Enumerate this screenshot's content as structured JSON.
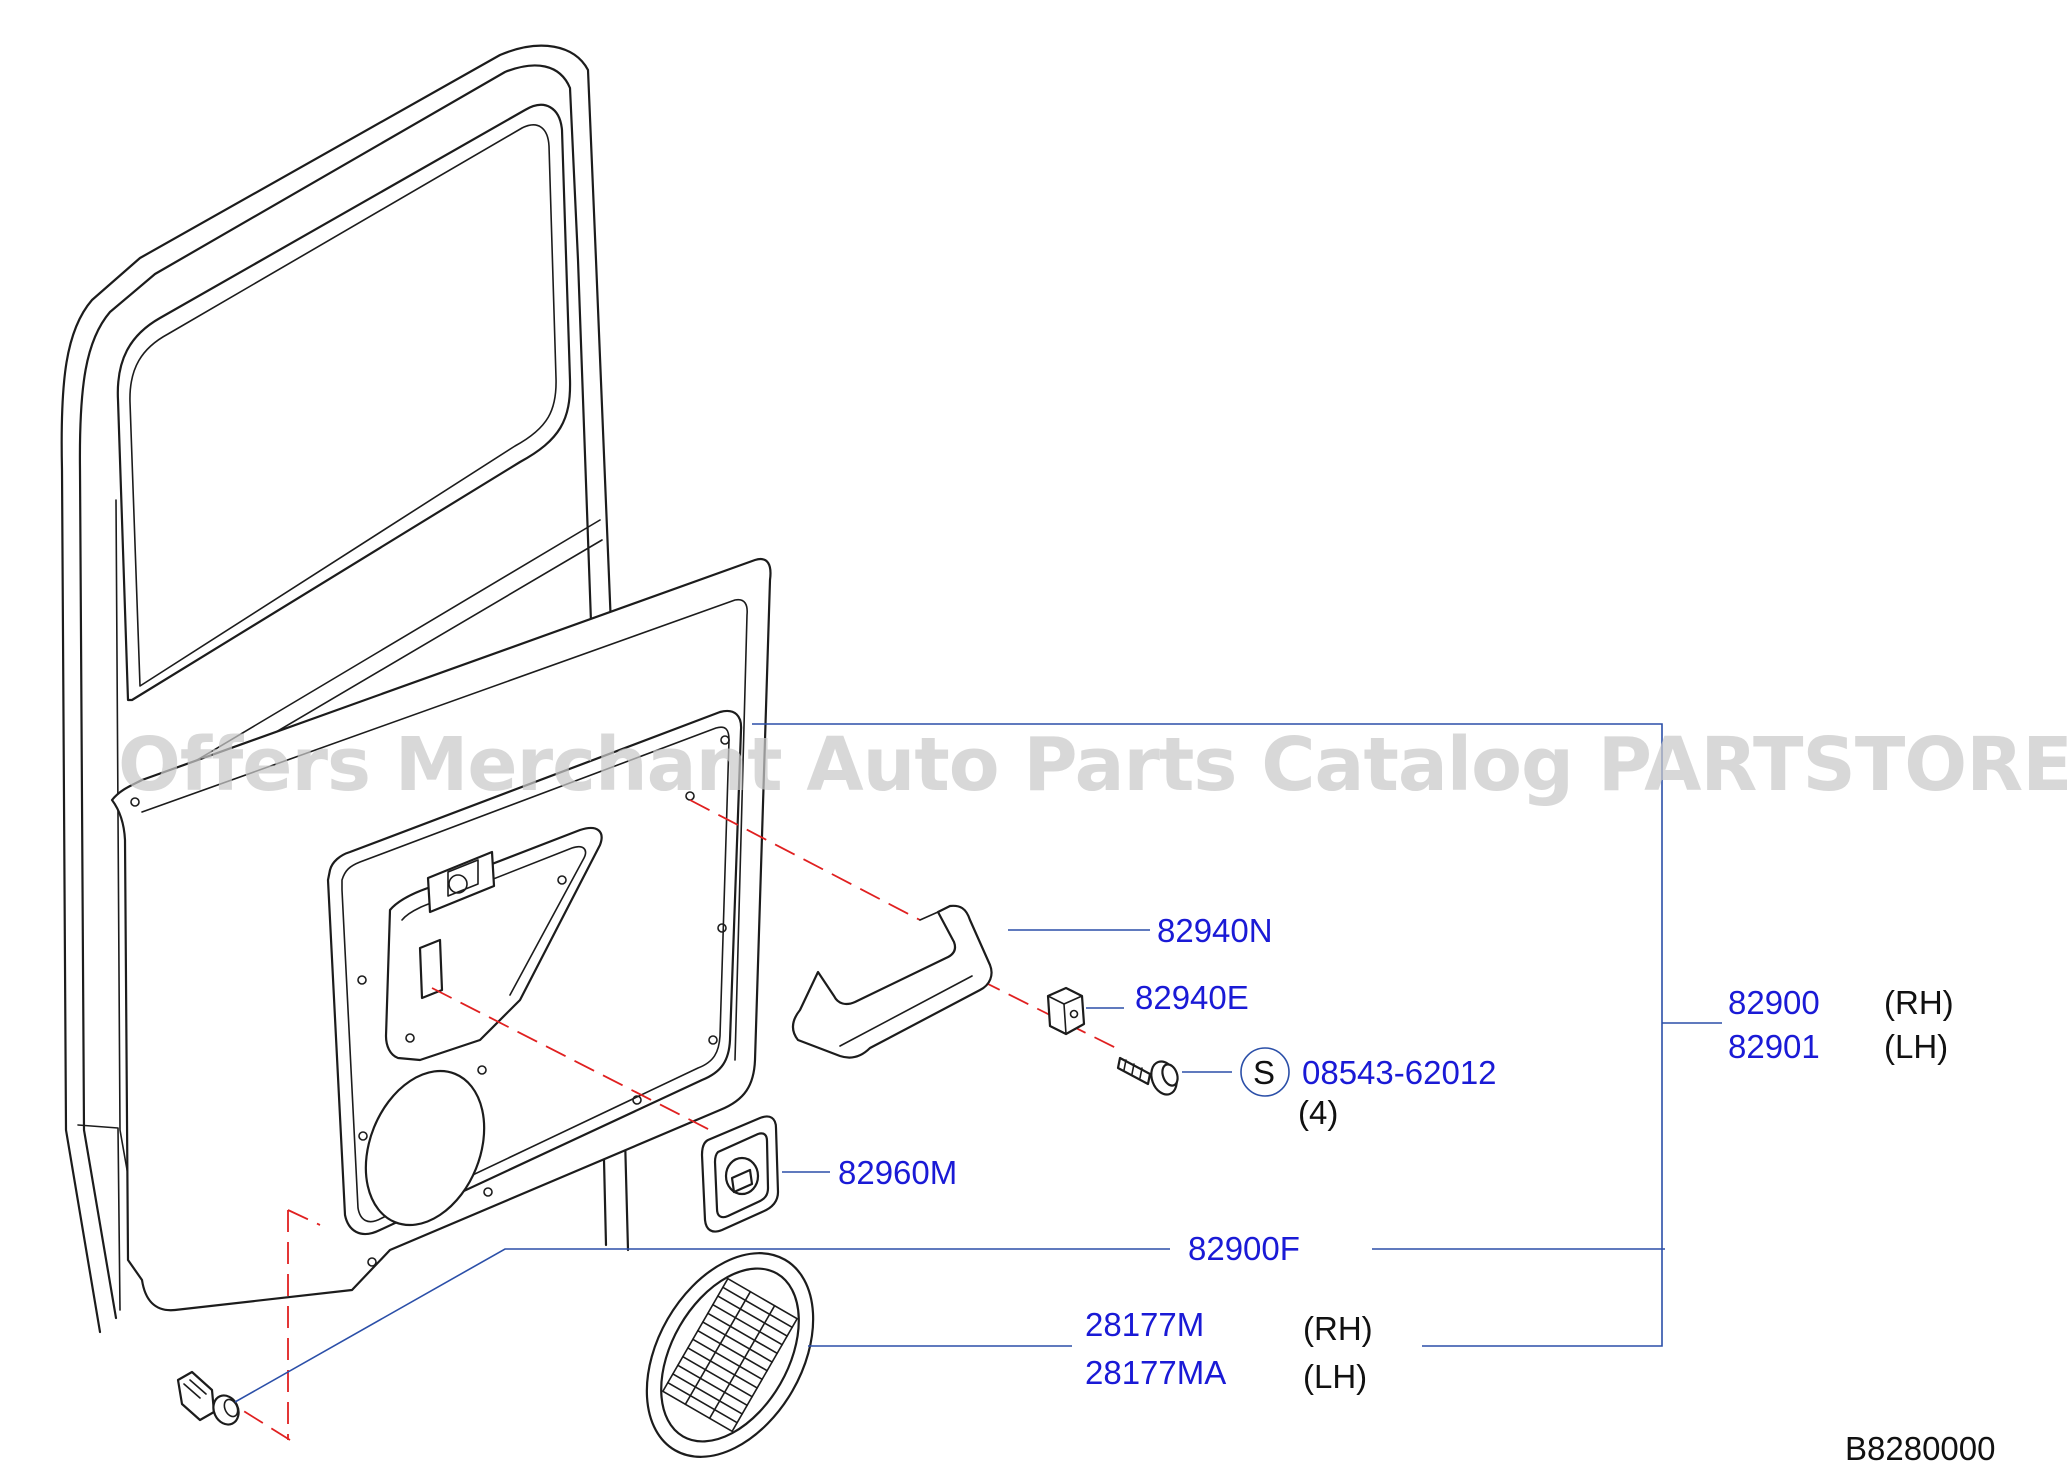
{
  "watermark": "Offers Merchant Auto Parts Catalog PARTSTORE.SA",
  "diagram_code": "B8280000",
  "callouts": {
    "assist_grip": "82940N",
    "grip_bracket": "82940E",
    "screw_symbol": "S",
    "screw_part": "08543-62012",
    "screw_qty": "(4)",
    "finisher_set_rh": "82900",
    "finisher_set_rh_side": "(RH)",
    "finisher_set_lh": "82901",
    "finisher_set_lh_side": "(LH)",
    "pull_pocket": "82960M",
    "clip": "82900F",
    "speaker_grille_rh": "28177M",
    "speaker_grille_rh_side": "(RH)",
    "speaker_grille_lh": "28177MA",
    "speaker_grille_lh_side": "(LH)"
  },
  "colors": {
    "label": "#1a1ad6",
    "leader": "#2b4fa8",
    "dashed_guide": "#e02020",
    "line_art": "#1c1c1c",
    "watermark": "#c9c9c9"
  }
}
